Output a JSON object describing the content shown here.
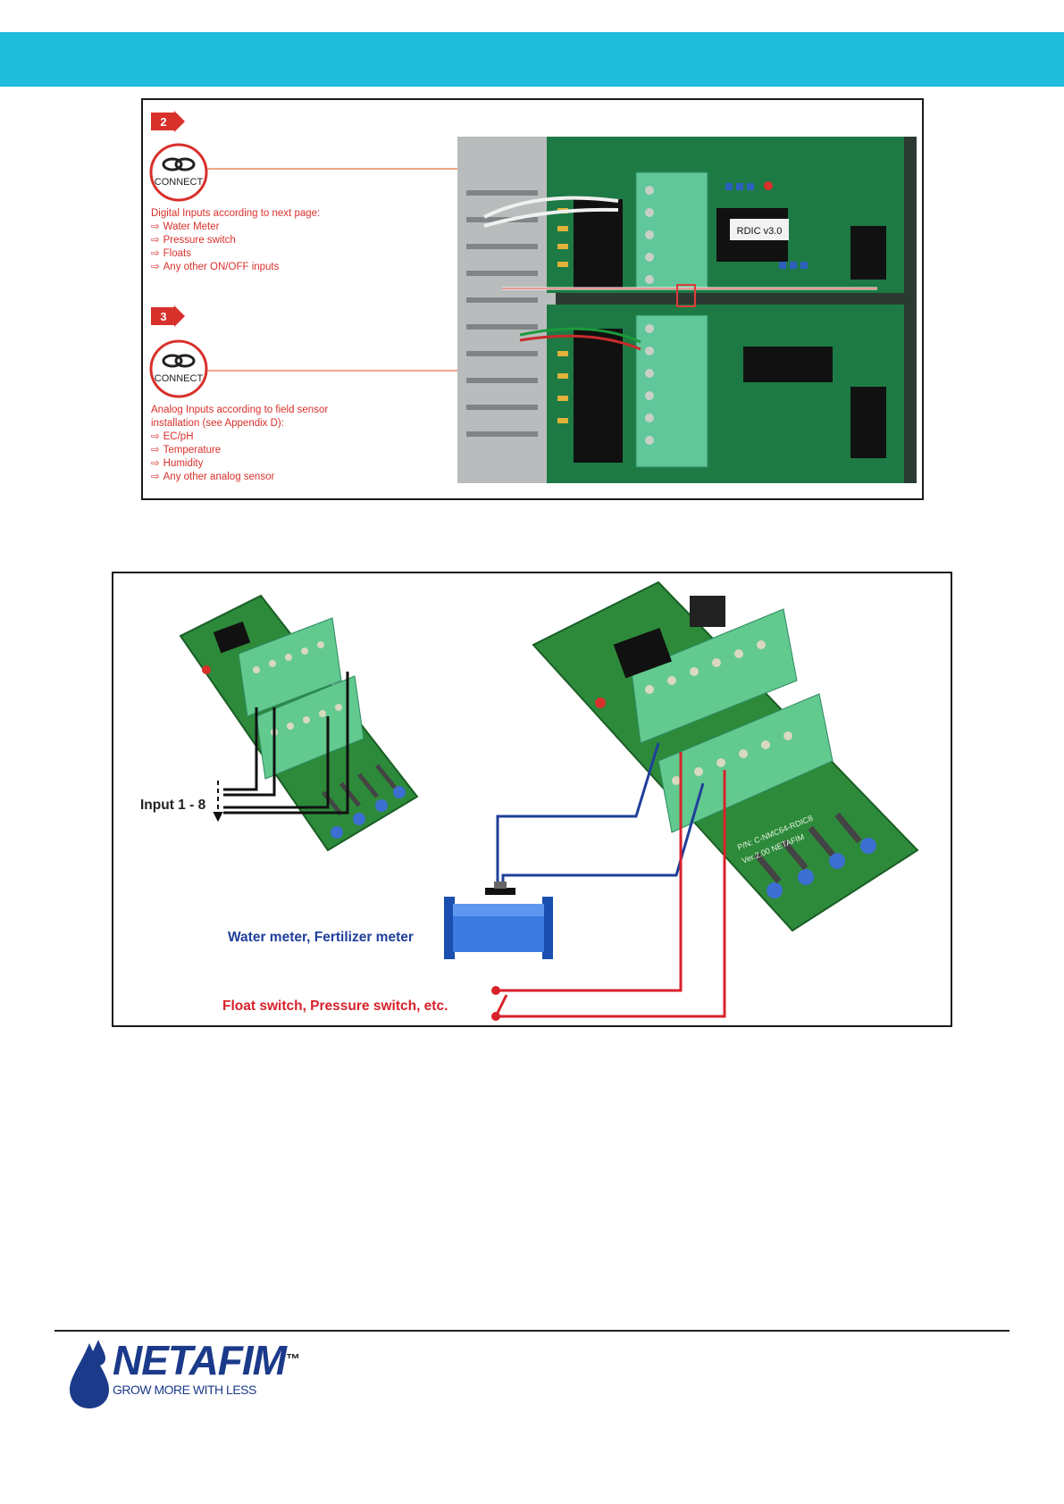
{
  "header": {
    "bar_color": "#1fbcdb"
  },
  "figure1": {
    "step2": {
      "badge": "2",
      "connect_label": "CONNECT",
      "title": "Digital Inputs according to next page:",
      "items": [
        "Water Meter",
        "Pressure switch",
        "Floats",
        "Any other ON/OFF inputs"
      ]
    },
    "step3": {
      "badge": "3",
      "connect_label": "CONNECT",
      "title_line1": "Analog Inputs according to field sensor",
      "title_line2": "installation (see Appendix D):",
      "items": [
        "EC/pH",
        "Temperature",
        "Humidity",
        "Any other analog sensor"
      ]
    },
    "photo_label": "RDIC v3.0",
    "arrow_glyph": "⇨",
    "accent_color": "#d8302b"
  },
  "figure2": {
    "input_label": "Input 1 - 8",
    "water_meter_label": "Water meter, Fertilizer meter",
    "float_label": "Float switch, Pressure switch, etc.",
    "board_text_1": "P/N: C-NMC64-RDIC8",
    "board_text_2": "Ver.2.00   NETAFIM",
    "blue_color": "#1f3f9a",
    "red_color": "#d8222b"
  },
  "footer": {
    "brand": "NETAFIM",
    "tm": "™",
    "tagline": "GROW MORE WITH LESS",
    "brand_color": "#1b3a8a"
  }
}
